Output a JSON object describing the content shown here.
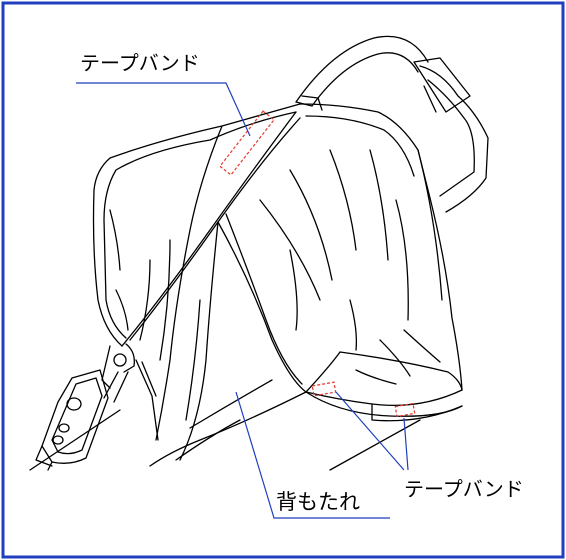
{
  "labels": {
    "tape_band_top": "テープバンド",
    "tape_band_bottom": "テープバンド",
    "backrest": "背もたれ"
  },
  "colors": {
    "border": "#1f3fbf",
    "leader_line": "#1f3fbf",
    "tape_marker": "#e23a2e",
    "drawing": "#000000"
  }
}
